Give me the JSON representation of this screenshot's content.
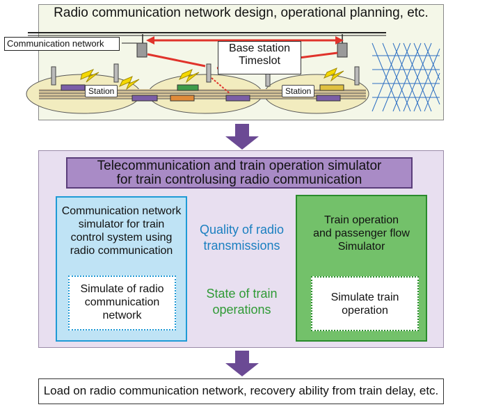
{
  "top": {
    "title": "Radio communication network design, operational planning, etc.",
    "comm_network_label": "Communication network",
    "base_station_line1": "Base station",
    "base_station_line2": "Timeslot",
    "station_label": "Station"
  },
  "simulator": {
    "title_line1": "Telecommunication and train operation simulator",
    "title_line2": "for train controlusing radio communication",
    "left": {
      "lines": [
        "Communication network",
        "simulator for train",
        "control system using",
        "radio communication"
      ],
      "inner_lines": [
        "Simulate of radio",
        "communication",
        "network"
      ]
    },
    "right": {
      "lines": [
        "Train operation",
        "and passenger flow",
        "Simulator"
      ],
      "inner_lines": [
        "Simulate train",
        "operation"
      ]
    },
    "arrow_right_line1": "Quality of radio",
    "arrow_right_line2": "transmissions",
    "arrow_left_line1": "State of train",
    "arrow_left_line2": "operations"
  },
  "bottom": {
    "text": "Load on radio communication network, recovery ability from train delay, etc."
  },
  "colors": {
    "accent_purple": "#5a3d7a",
    "blue": "#1f9ad6",
    "green": "#2f9a35",
    "red_link": "#e0332b"
  }
}
